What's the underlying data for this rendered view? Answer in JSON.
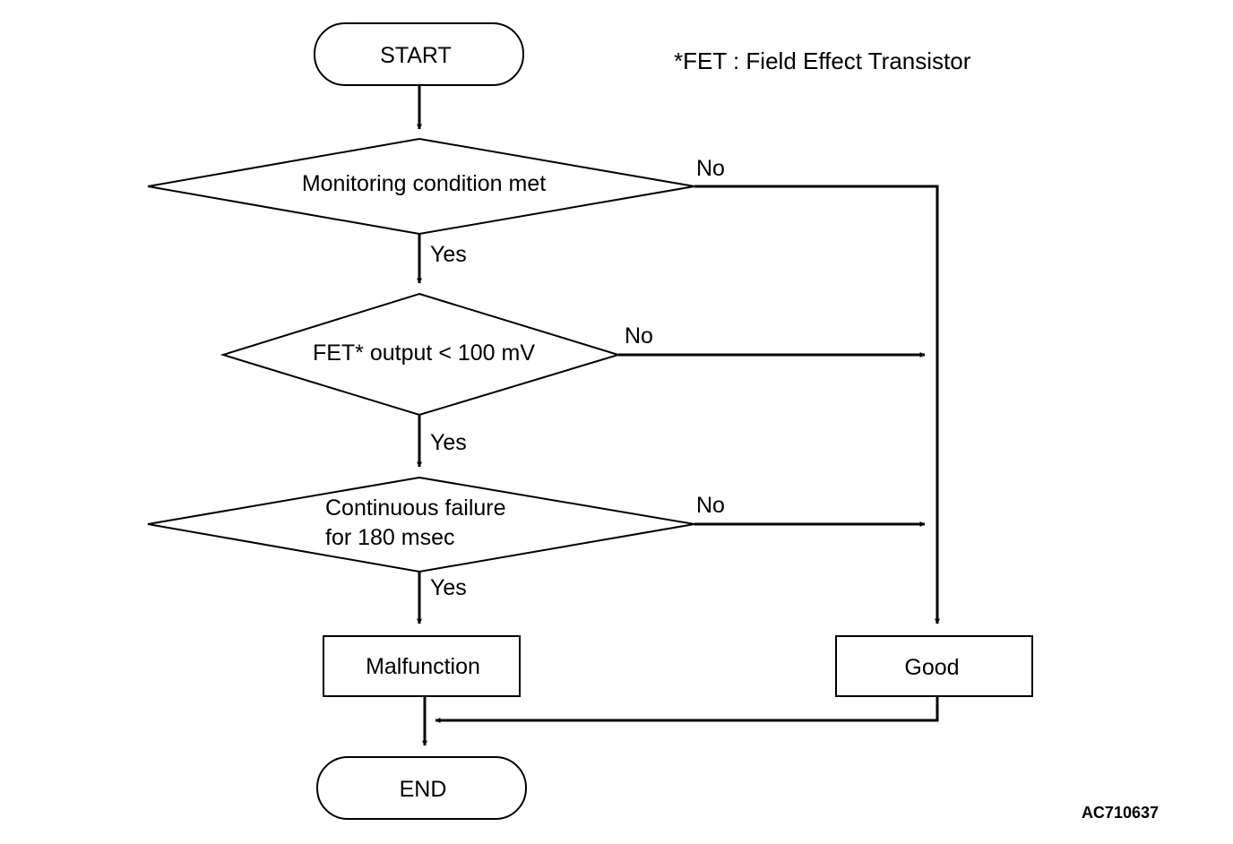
{
  "note": "*FET : Field Effect Transistor",
  "figure_code": "AC710637",
  "nodes": {
    "start": "START",
    "decision1": "Monitoring condition met",
    "decision2": "FET* output < 100 mV",
    "decision3_line1": "Continuous failure",
    "decision3_line2": "for 180 msec",
    "malfunction": "Malfunction",
    "good": "Good",
    "end": "END"
  },
  "branches": {
    "yes": "Yes",
    "no": "No"
  }
}
